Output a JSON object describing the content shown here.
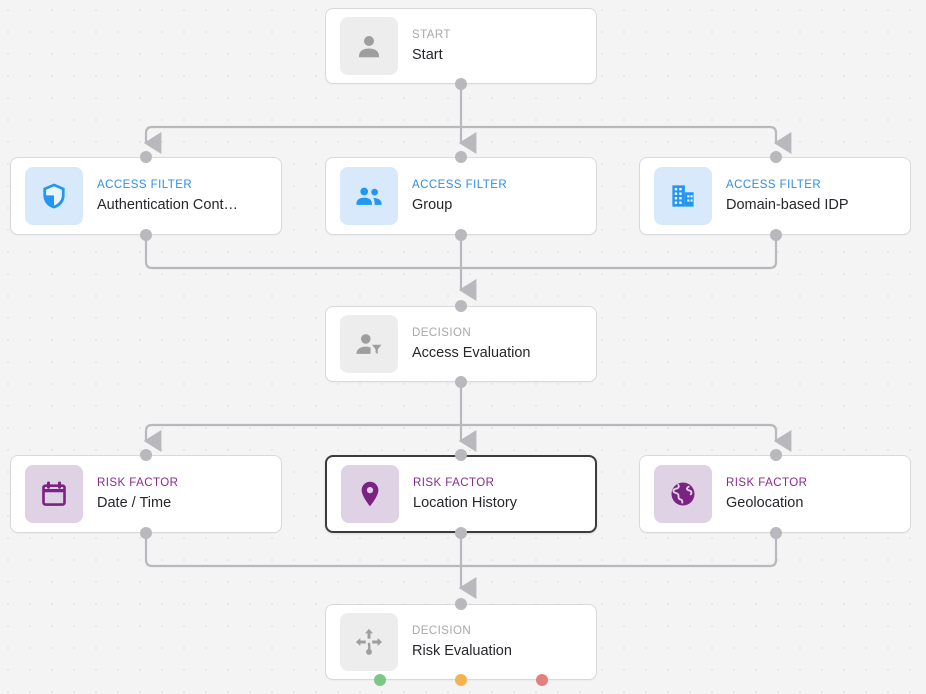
{
  "canvas": {
    "background_color": "#f4f4f5",
    "grid": "dot-grid",
    "edge_color": "#b9b9bd"
  },
  "palette": {
    "access_filter_accent": "#2f8fe0",
    "access_filter_tile": "#d7e9fb",
    "decision_accent": "#a8a8a8",
    "decision_tile": "#ededed",
    "risk_factor_accent": "#8a2a8f",
    "risk_factor_tile": "#dfd2e5",
    "selected_border": "#3c3c3c",
    "outcome_low": "#7ec687",
    "outcome_medium": "#f6b24f",
    "outcome_high": "#e27f7f"
  },
  "nodes": [
    {
      "id": "start",
      "kind": "START",
      "title": "Start",
      "icon": "person-icon",
      "theme": "gray",
      "selected": false
    },
    {
      "id": "auth-context",
      "kind": "ACCESS FILTER",
      "title": "Authentication Cont…",
      "icon": "shield-icon",
      "theme": "blue",
      "selected": false
    },
    {
      "id": "group",
      "kind": "ACCESS FILTER",
      "title": "Group",
      "icon": "people-group-icon",
      "theme": "blue",
      "selected": false
    },
    {
      "id": "domain-idp",
      "kind": "ACCESS FILTER",
      "title": "Domain-based IDP",
      "icon": "building-icon",
      "theme": "blue",
      "selected": false
    },
    {
      "id": "access-evaluation",
      "kind": "DECISION",
      "title": "Access Evaluation",
      "icon": "person-filter-icon",
      "theme": "gray",
      "selected": false
    },
    {
      "id": "date-time",
      "kind": "RISK FACTOR",
      "title": "Date / Time",
      "icon": "calendar-icon",
      "theme": "purple",
      "selected": false
    },
    {
      "id": "location-history",
      "kind": "RISK FACTOR",
      "title": "Location History",
      "icon": "map-pin-icon",
      "theme": "purple",
      "selected": true
    },
    {
      "id": "geolocation",
      "kind": "RISK FACTOR",
      "title": "Geolocation",
      "icon": "globe-icon",
      "theme": "purple",
      "selected": false
    },
    {
      "id": "risk-evaluation",
      "kind": "DECISION",
      "title": "Risk Evaluation",
      "icon": "branch-arrows-icon",
      "theme": "gray",
      "selected": false
    }
  ]
}
